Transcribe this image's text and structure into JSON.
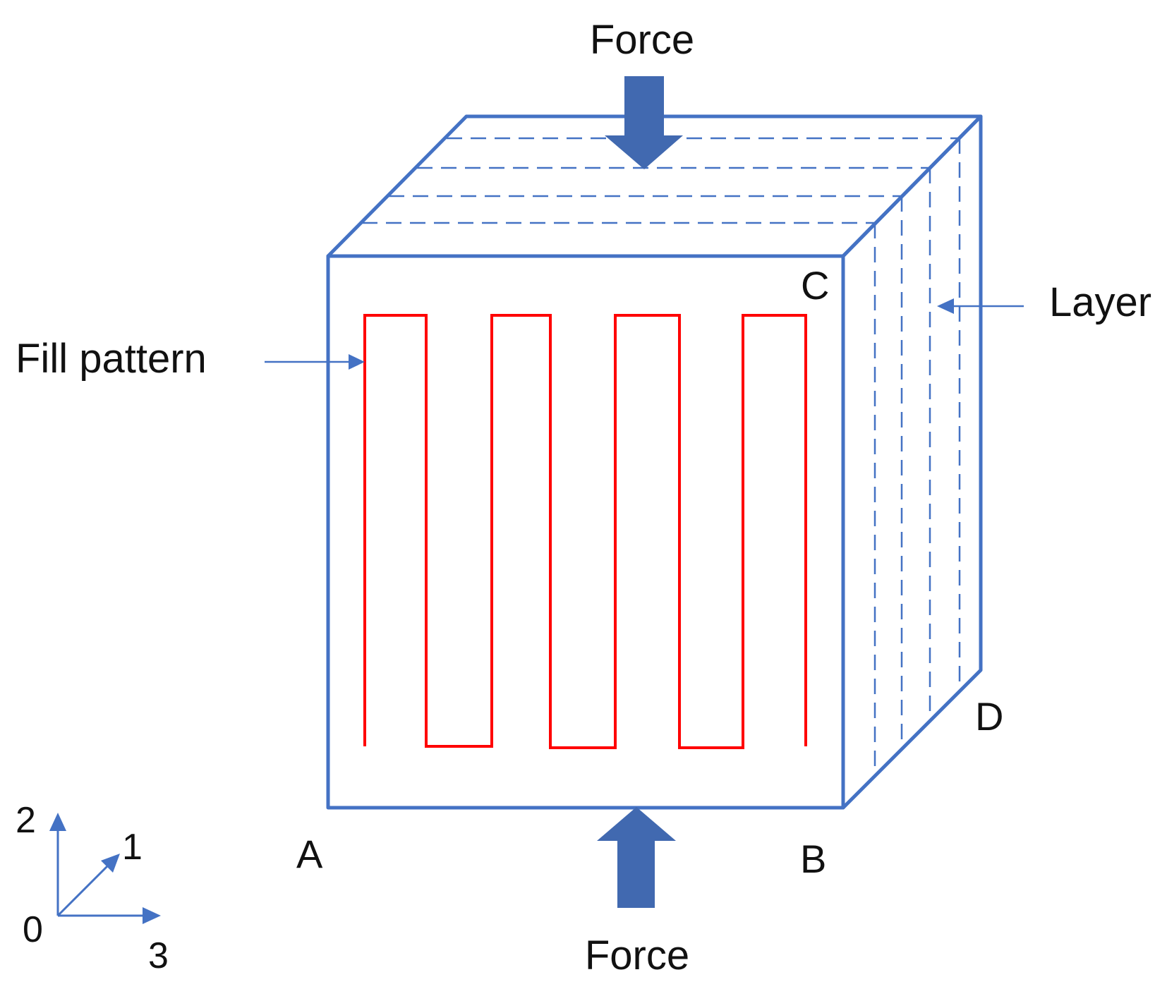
{
  "colors": {
    "cube_edge": "#4472C4",
    "fill_pattern": "#FF0000",
    "force_arrow": "#4169B0",
    "text": "#111111"
  },
  "labels": {
    "force_top": "Force",
    "force_bottom": "Force",
    "fill_pattern": "Fill pattern",
    "layer": "Layer"
  },
  "points": {
    "a": "A",
    "b": "B",
    "c": "C",
    "d": "D"
  },
  "axes": {
    "origin": "0",
    "axis_1": "1",
    "axis_2": "2",
    "axis_3": "3"
  },
  "icons": {
    "force_top": "arrow-down-icon",
    "force_bottom": "arrow-up-icon",
    "fill_pointer": "arrow-right-icon",
    "layer_pointer": "arrow-left-icon"
  }
}
